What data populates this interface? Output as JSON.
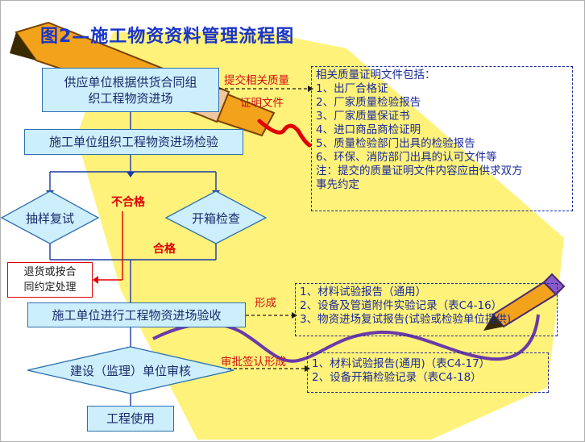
{
  "title": "图2—施工物资资料管理流程图",
  "nodes": {
    "supplier": [
      "供应单位根据供货合同组",
      "织工程物资进场"
    ],
    "construction_check": "施工单位组织工程物资进场检验",
    "sample_retest": "抽样复试",
    "unpack_check": "开箱检查",
    "return": [
      "退货或按合",
      "同约定处理"
    ],
    "acceptance": "施工单位进行工程物资进场验收",
    "supervision": "建设（监理）单位审核",
    "use": "工程使用"
  },
  "labels": {
    "submit_quality": "提交相关质量",
    "certificate_file": "证明文件",
    "unqualified": "不合格",
    "qualified": "合格",
    "form": "形成",
    "approve_form": "审批签认形成"
  },
  "notes": {
    "certificates": [
      "相关质量证明文件包括：",
      "1、出厂合格证",
      "2、厂家质量检验报告",
      "3、厂家质量保证书",
      "4、进口商品商检证明",
      "5、质量检验部门出具的检验报告",
      "6、环保、消防部门出具的认可文件等",
      "注：提交的质量证明文件内容应由供求双方",
      "事先约定"
    ],
    "records": [
      "1、材料试验报告（通用）",
      "2、设备及管道附件实验记录（表C4-16）",
      "3、物资进场复试报告(试验或检验单位提供)"
    ],
    "approved": [
      "1、材料试验报告(通用)（表C4-17）",
      "2、设备开箱检验记录（表C4-18）"
    ]
  },
  "colors": {
    "node_fill": "#cdeefb",
    "node_border": "#2f6fb0",
    "title": "#1a35c8",
    "yellow_band": "#fff27a",
    "red": "#e00000"
  }
}
